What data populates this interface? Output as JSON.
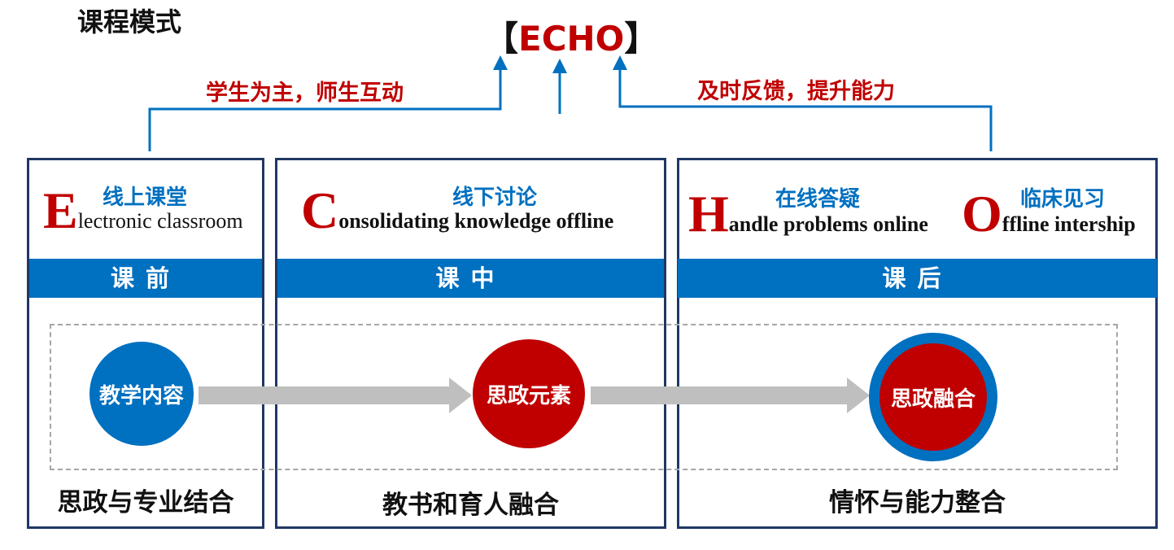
{
  "page_title": "课程模式",
  "echo": {
    "bracket_left": "【",
    "word": "ECHO",
    "bracket_right": "】"
  },
  "connector_labels": {
    "left": "学生为主，师生互动",
    "right": "及时反馈，提升能力"
  },
  "panels": [
    {
      "cn_label": "线上课堂",
      "letter": "E",
      "rest": "lectronic classroom",
      "bar_label": "课前",
      "bottom": "思政与专业结合"
    },
    {
      "cn_label": "线下讨论",
      "letter": "C",
      "rest": "onsolidating knowledge offline",
      "bar_label": "课中",
      "bottom": "教书和育人融合"
    },
    {
      "bar_label": "课后",
      "bottom": "情怀与能力整合",
      "items": [
        {
          "cn_label": "在线答疑",
          "letter": "H",
          "rest": "andle problems online"
        },
        {
          "cn_label": "临床见习",
          "letter": "O",
          "rest": "ffline intership"
        }
      ]
    }
  ],
  "flow_nodes": [
    {
      "label": "教学内容",
      "color": "#0070c0"
    },
    {
      "label": "思政元素",
      "color": "#c00000"
    },
    {
      "label": "思政融合",
      "color": "#c00000",
      "ring_color": "#0070c0"
    }
  ],
  "colors": {
    "blue": "#0070c0",
    "red": "#c00000",
    "navy_border": "#1f3864",
    "arrow_gray": "#bfbfbf"
  }
}
